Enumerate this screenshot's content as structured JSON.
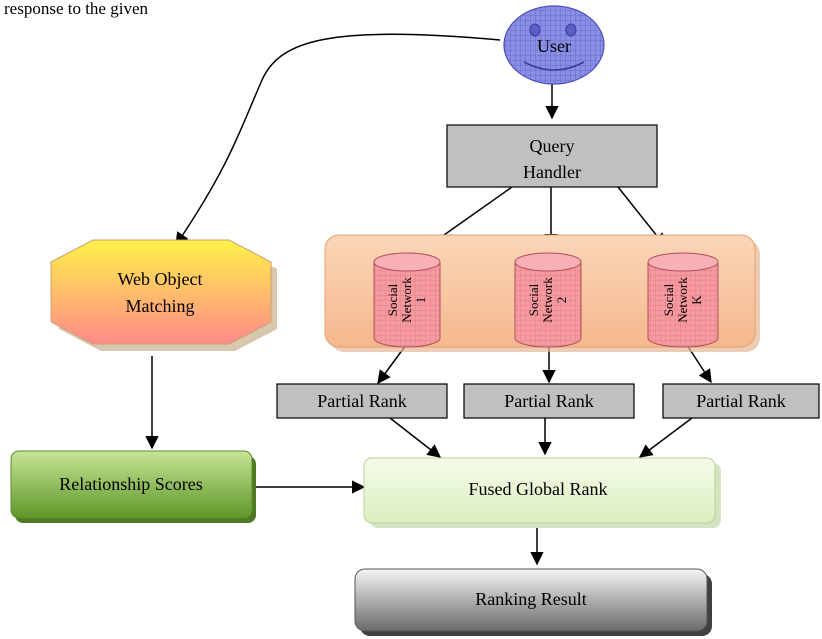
{
  "top_text": "response to the given",
  "user": {
    "label": "User"
  },
  "query_handler": {
    "line1": "Query",
    "line2": "Handler"
  },
  "social_networks": [
    {
      "line1": "Social",
      "line2": "Network",
      "line3": "1"
    },
    {
      "line1": "Social",
      "line2": "Network",
      "line3": "2"
    },
    {
      "line1": "Social",
      "line2": "Network",
      "line3": "K"
    }
  ],
  "partial_ranks": [
    "Partial Rank",
    "Partial Rank",
    "Partial Rank"
  ],
  "web_object_matching": {
    "line1": "Web Object",
    "line2": "Matching"
  },
  "relationship_scores": {
    "label": "Relationship Scores"
  },
  "fused_global_rank": {
    "label": "Fused Global Rank"
  },
  "ranking_result": {
    "label": "Ranking Result"
  },
  "colors": {
    "user_fill": "#8a8fe6",
    "user_grid": "#4c50b8",
    "gray_box": "#c0c0c0",
    "sn_panel": "#f8c6a0",
    "cylinder": "#f59aa0",
    "wom_top": "#fff24a",
    "wom_bottom": "#ff8a8a",
    "rel_top": "#bfe08a",
    "rel_bottom": "#5f9628",
    "fused_fill": "#eaf6d8",
    "result_top": "#f2f2f2",
    "result_bottom": "#6e6e6e"
  }
}
